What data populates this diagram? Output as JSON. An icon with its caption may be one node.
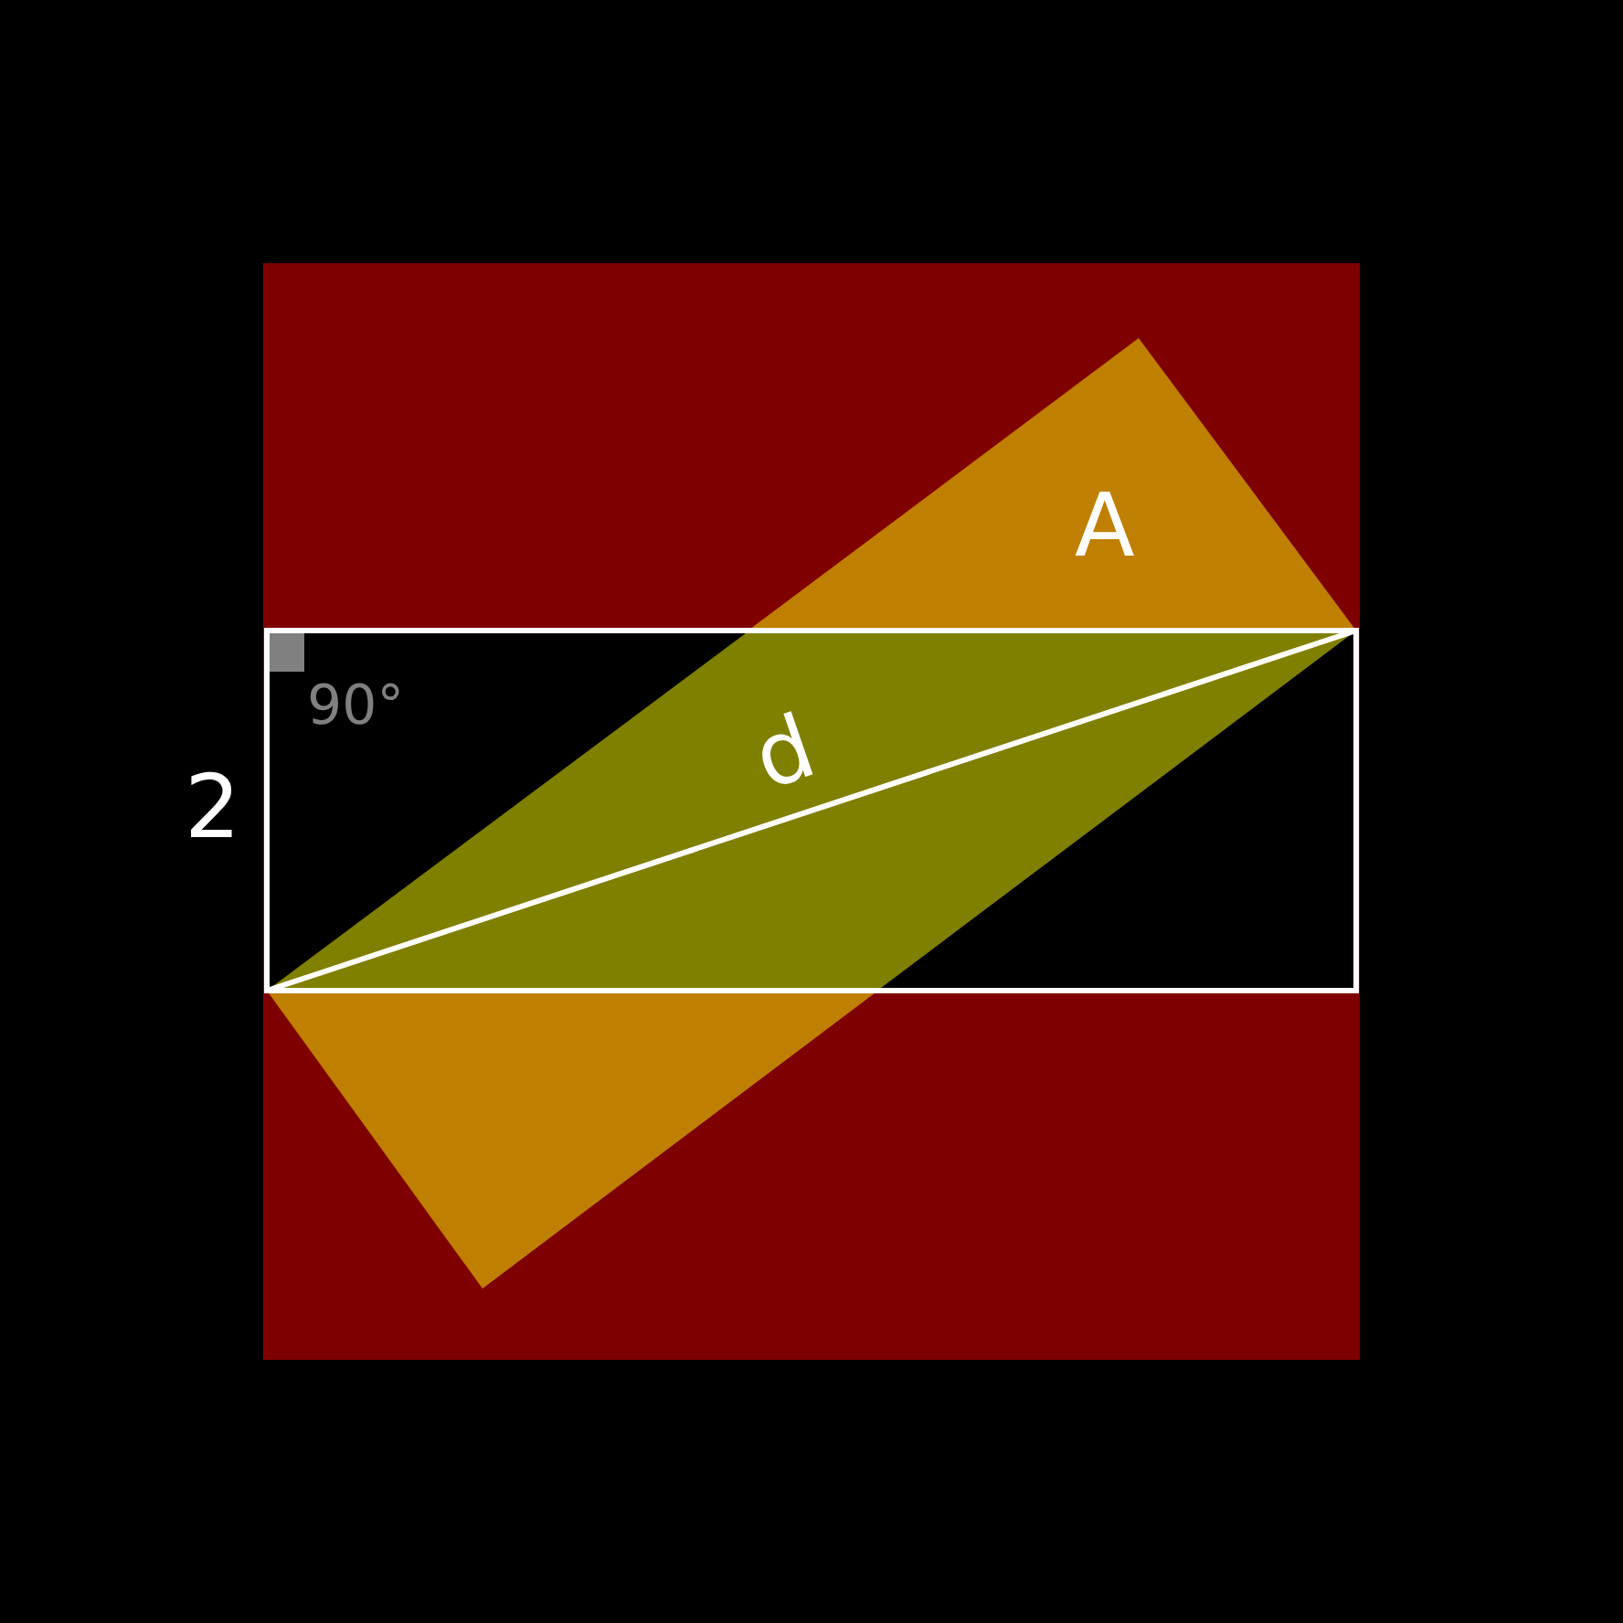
{
  "diagram": {
    "labels": [
      "A",
      "90°",
      "d",
      "2"
    ]
  }
}
